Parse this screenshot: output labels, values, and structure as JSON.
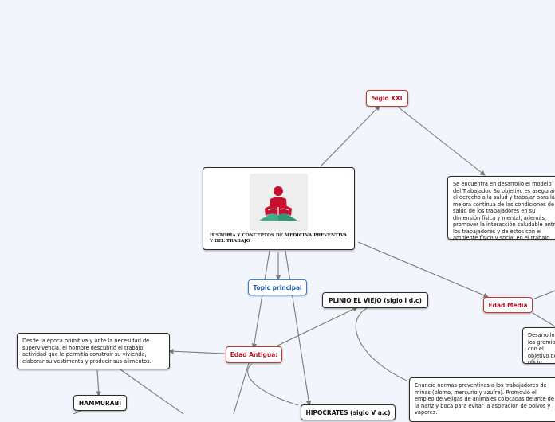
{
  "root": {
    "title": "HISTORIA Y CONCEPTOS DE MEDICINA PREVENTIVA Y DEL TRABAJO",
    "image_icon": "person-reading-book-icon"
  },
  "topics": {
    "siglo_xxi": "Siglo XXI",
    "topic_principal": "Topic principal",
    "edad_media": "Edad Media",
    "edad_antigua": "Edad Antigua:",
    "plinio": "PLINIO EL VIEJO (siglo I d.c)",
    "hammurabi": "HAMMURABI",
    "hipocrates": "HIPOCRATES (siglo V a.c)"
  },
  "texts": {
    "siglo_xxi_desc": "Se encuentra en desarrollo el modelo del Trabajador. Su objetivo es asegurar el derecho a la salud y trabajar para la mejora continua de las condiciones de salud de los trabajadores en su dimensión física y mental, además, promover la interacción saludable entre los trabajadores y de éstos con el ambiente físico y social en el trabajo.",
    "edad_media_desc": "Desarrollo de los gremios con el objetivo de oficio.",
    "edad_antigua_desc": "Desde la época primitiva y ante la necesidad de supervivencia, el hombre descubrió el trabajo, actividad que le permitía construir su vivienda, elaborar su vestimenta y producir sus alimentos.",
    "plinio_desc": "Enuncio normas preventivas a los trabajadores de minas (plomo, mercurio y azufre). Promovió el empleo de vejigas de animales colocadas delante de la nariz y boca para evitar la aspiración de polvos y vapores."
  },
  "colors": {
    "background": "#f3f5fc",
    "link": "#7a7a7a",
    "red_topic": "#c0392b",
    "blue_topic": "#3a7fd0"
  }
}
